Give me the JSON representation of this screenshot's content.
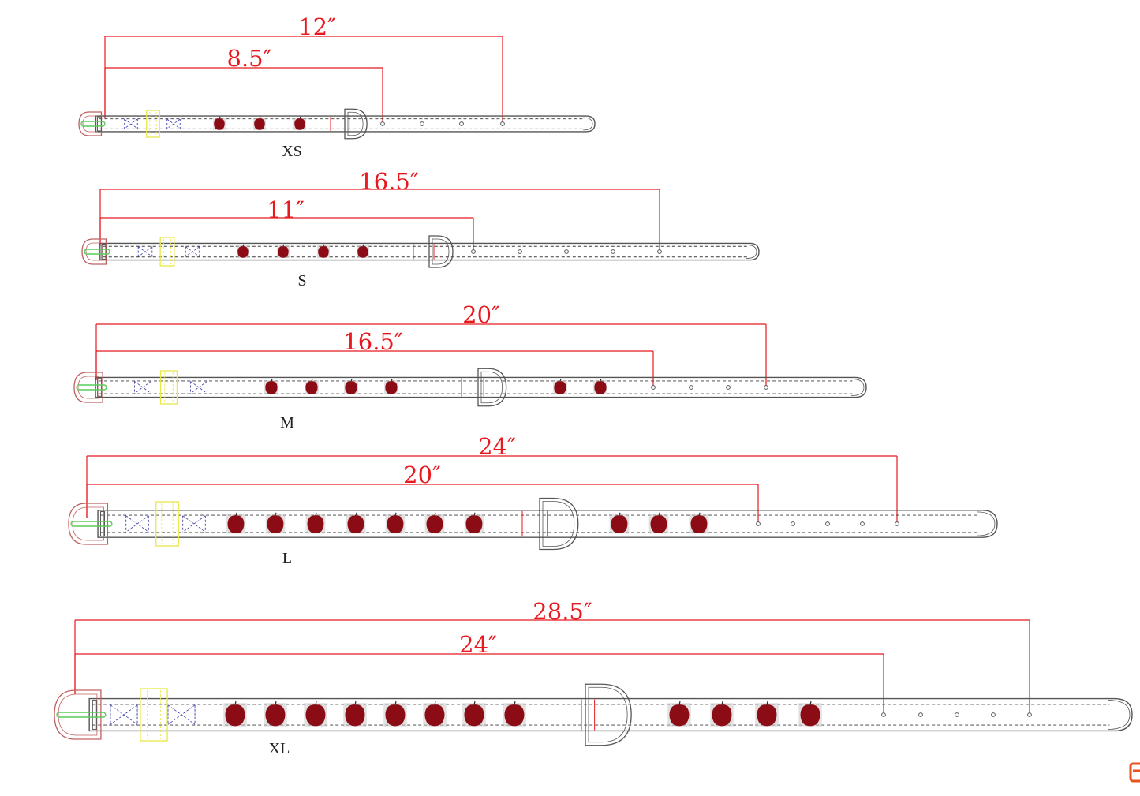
{
  "colors": {
    "dimension": "#e8191e",
    "outline": "#555555",
    "stitch": "#3a3a3a",
    "buckle": "#c06060",
    "prong": "#5acb5a",
    "keeper": "#e8e84a",
    "stitch_blue": "#3a3aa8",
    "stud": "#8b0c14",
    "stud_shade": "#c9c9c9",
    "logo": "#e8531e"
  },
  "diagram": {
    "collars": [
      {
        "size": "XS",
        "total": "12″",
        "inner": "8.5″",
        "studs_front": 3,
        "studs_back": 0,
        "holes": 4
      },
      {
        "size": "S",
        "total": "16.5″",
        "inner": "11″",
        "studs_front": 4,
        "studs_back": 0,
        "holes": 5
      },
      {
        "size": "M",
        "total": "20″",
        "inner": "16.5″",
        "studs_front": 4,
        "studs_back": 2,
        "holes": 4
      },
      {
        "size": "L",
        "total": "24″",
        "inner": "20″",
        "studs_front": 7,
        "studs_back": 3,
        "holes": 5
      },
      {
        "size": "XL",
        "total": "28.5″",
        "inner": "24″",
        "studs_front": 8,
        "studs_back": 4,
        "holes": 5
      }
    ]
  }
}
